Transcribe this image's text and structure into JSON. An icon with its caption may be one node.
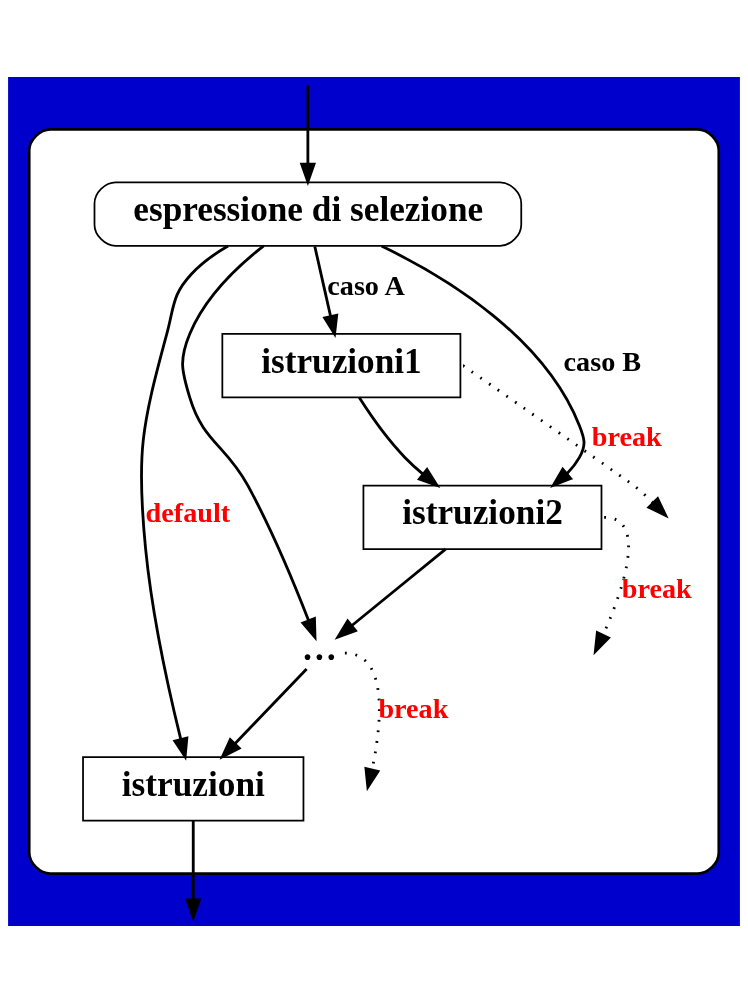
{
  "diagram": {
    "nodes": [
      {
        "text": [],
        "shape": "box"
      },
      {
        "text": [
          "espressione di selezione"
        ],
        "in": 0
      },
      {
        "text": [
          "istruzioni1"
        ],
        "in": 0
      },
      {
        "text": [
          "istruzioni2"
        ],
        "in": 0
      },
      {
        "text": [
          "…"
        ],
        "in": 0
      },
      {
        "text": [
          "istruzioni"
        ],
        "in": 0
      }
    ],
    "edges": [
      {
        "from": null,
        "to": 1,
        "arrow": "to"
      },
      {
        "from": 1,
        "to": 2,
        "arrow": "to",
        "label": "caso A"
      },
      {
        "from": 1,
        "to": 3,
        "arrow": "to",
        "label": "caso B"
      },
      {
        "from": 1,
        "to": 4,
        "arrow": "to"
      },
      {
        "from": 1,
        "to": 5,
        "arrow": "to",
        "label": "default"
      },
      {
        "from": 2,
        "to": 3,
        "arrow": "to"
      },
      {
        "from": 3,
        "to": 4,
        "arrow": "to"
      },
      {
        "from": 4,
        "to": 5,
        "arrow": "to"
      },
      {
        "from": 2,
        "to": null,
        "arrow": "to",
        "label": "break",
        "style": "dashed"
      },
      {
        "from": 3,
        "to": null,
        "arrow": "to",
        "label": "break",
        "style": "dashed"
      },
      {
        "from": 4,
        "to": null,
        "arrow": "to",
        "label": "break",
        "style": "dashed"
      },
      {
        "from": 5,
        "to": null,
        "arrow": "to"
      }
    ]
  }
}
